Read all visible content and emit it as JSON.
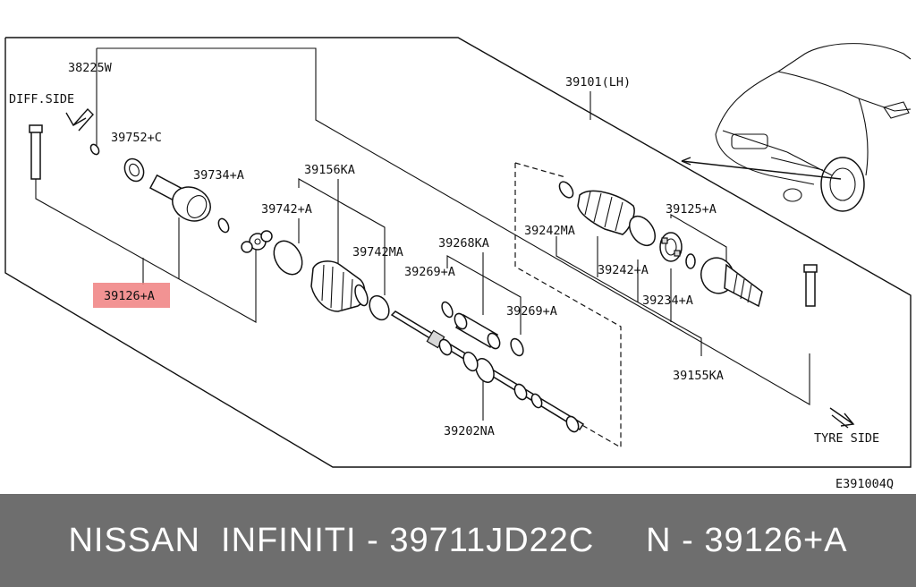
{
  "diagram": {
    "direction_labels": {
      "diff_side": "DIFF.SIDE",
      "tyre_side": "TYRE SIDE"
    },
    "figure_code": "E391004Q",
    "highlight_color": "#f08080",
    "parts": {
      "p38225": "38225W",
      "p39101": "39101(LH)",
      "p39752": "39752+C",
      "p39734": "39734+A",
      "p39156": "39156KA",
      "p39742a": "39742+A",
      "p39742ma": "39742MA",
      "p39268": "39268KA",
      "p39269a": "39269+A",
      "p39269b": "39269+A",
      "p39126": "39126+A",
      "p39242ma": "39242MA",
      "p39125": "39125+A",
      "p39242a": "39242+A",
      "p39234": "39234+A",
      "p39155": "39155KA",
      "p39202": "39202NA"
    }
  },
  "footer": {
    "text": "NISSAN  INFINITI - 39711JD22C     N - 39126+A"
  }
}
